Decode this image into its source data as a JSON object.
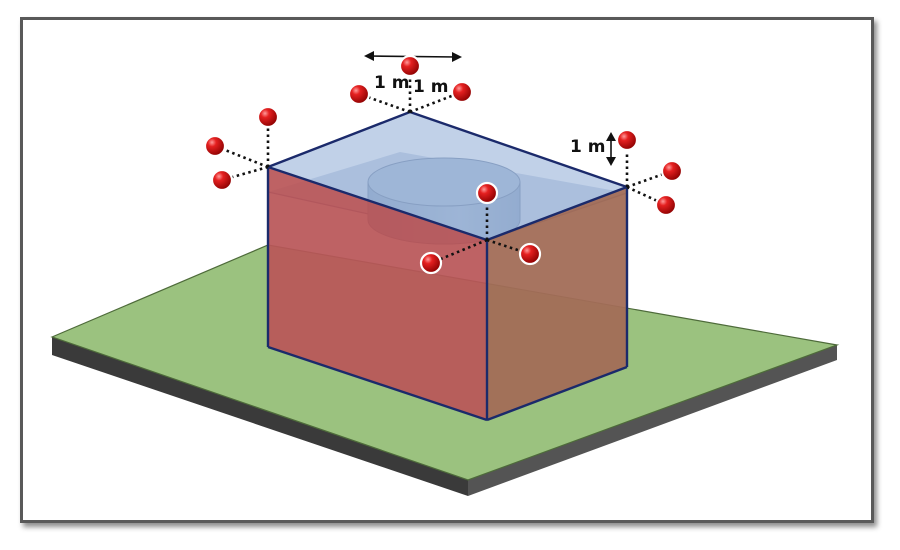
{
  "labels": {
    "top_left_spacing": "1 m",
    "top_right_spacing": "1 m",
    "vertical_offset": "1 m"
  },
  "colors": {
    "ground_top": "#9bc27f",
    "ground_edge": "#3a3a3a",
    "box_front": "#b95658",
    "box_right": "#a26d57",
    "box_top": "#9fb8dc",
    "box_outline": "#1b2a6b",
    "cylinder": "#8aa3c3",
    "sphere": "#d81a1a",
    "frame": "#595959"
  }
}
